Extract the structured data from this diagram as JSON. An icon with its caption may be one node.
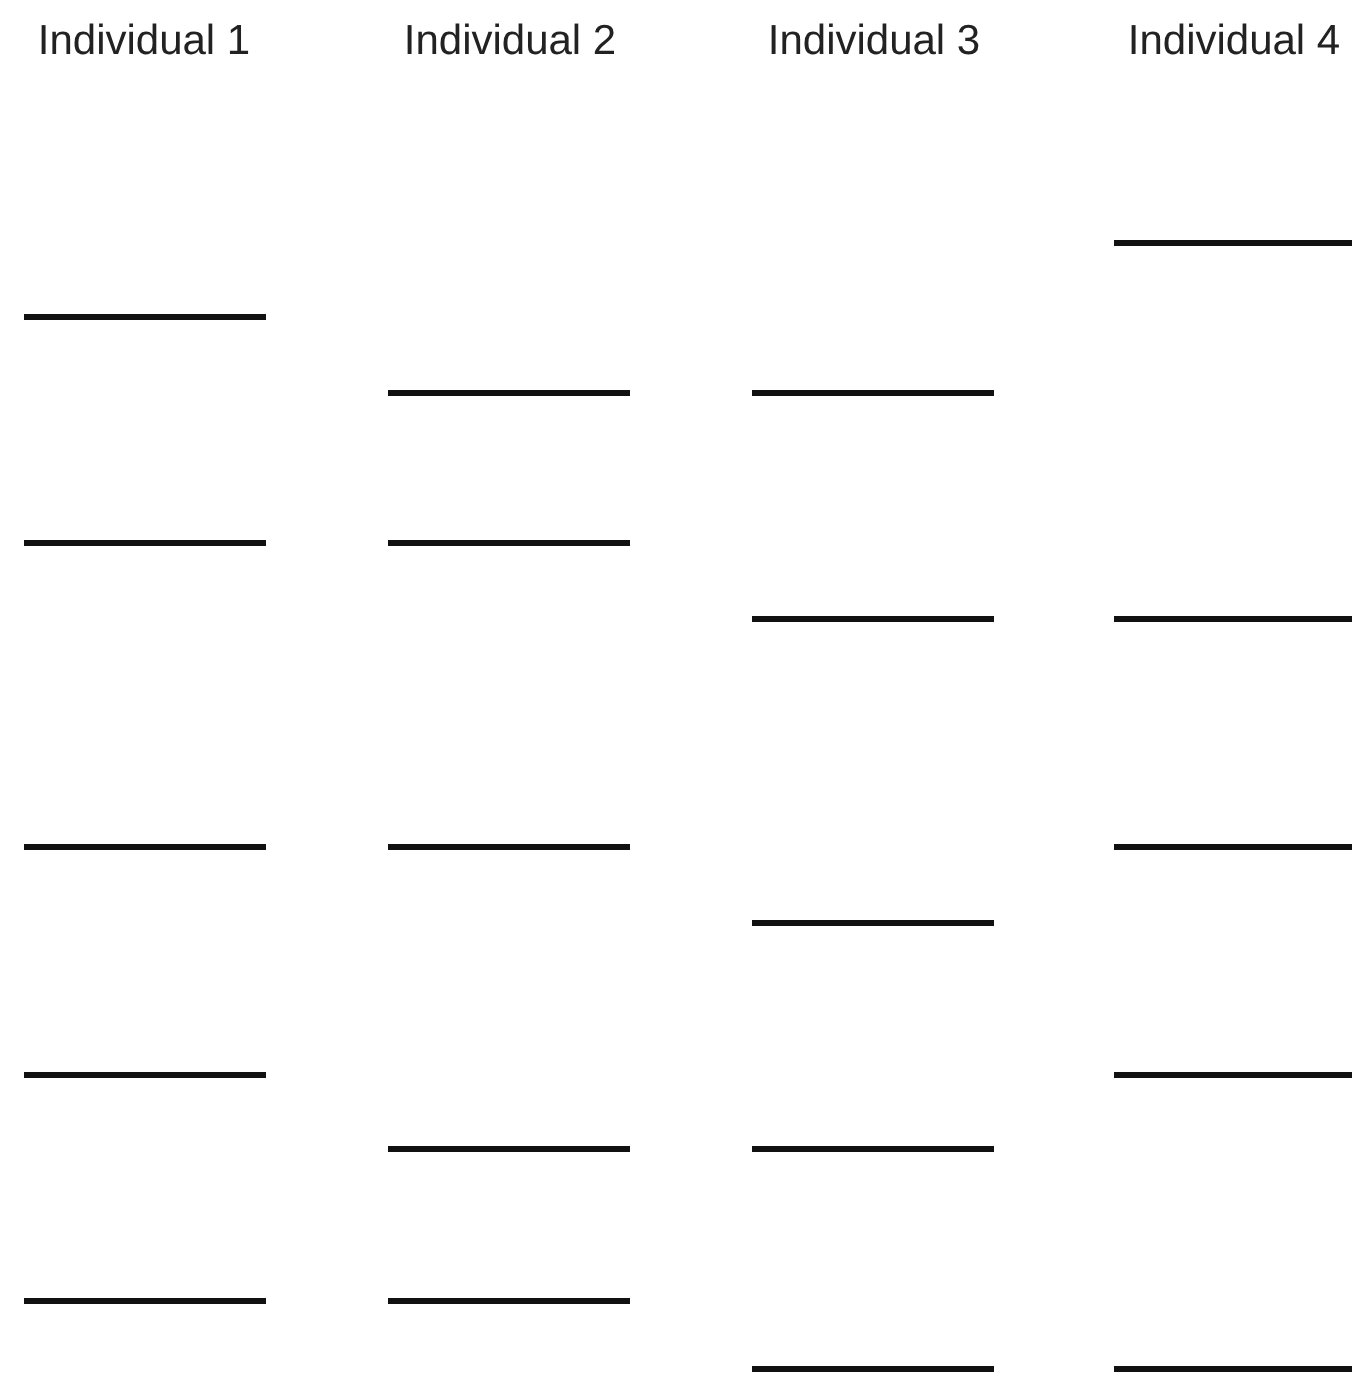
{
  "diagram": {
    "labels": [
      "Individual 1",
      "Individual 2",
      "Individual 3",
      "Individual 4"
    ]
  }
}
